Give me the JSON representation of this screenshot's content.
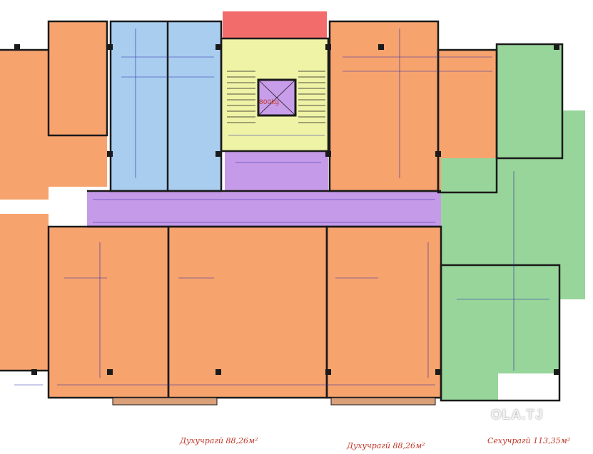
{
  "labels": {
    "apartment_left": "Духучрагӣ 88,26м²",
    "apartment_middle": "Духучрагӣ 88,26м²",
    "apartment_right": "Сехучрагӣ 113,35м²",
    "lift_capacity": "800kg"
  },
  "watermark": "OLA.TJ",
  "colors": {
    "orange": "#f7a36e",
    "blue": "#a9cdef",
    "green": "#97d59a",
    "purple": "#c59ae8",
    "yellow": "#eef3a6",
    "red": "#f36c6c",
    "wall": "#1a1a1a"
  }
}
